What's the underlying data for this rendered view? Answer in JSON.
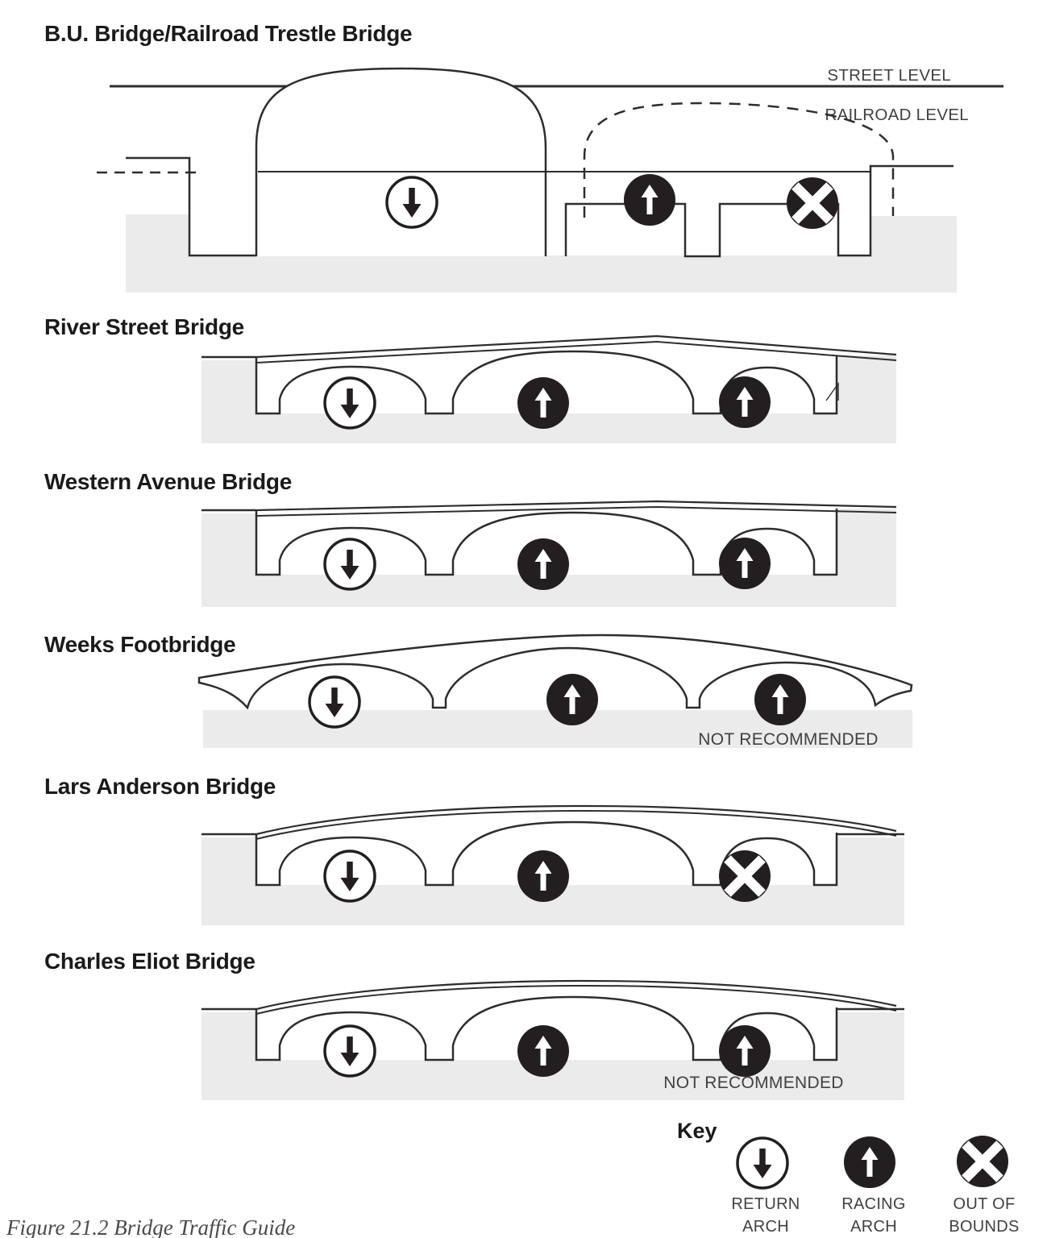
{
  "bridges": [
    {
      "title": "B.U. Bridge/Railroad Trestle Bridge",
      "street_label": "STREET LEVEL",
      "railroad_label": "RAILROAD LEVEL",
      "arches": [
        "return",
        "racing",
        "out-of-bounds"
      ]
    },
    {
      "title": "River Street Bridge",
      "arches": [
        "return",
        "racing",
        "racing"
      ]
    },
    {
      "title": "Western Avenue Bridge",
      "arches": [
        "return",
        "racing",
        "racing"
      ]
    },
    {
      "title": "Weeks Footbridge",
      "arches": [
        "return",
        "racing",
        "racing"
      ],
      "note": "NOT RECOMMENDED"
    },
    {
      "title": "Lars Anderson Bridge",
      "arches": [
        "return",
        "racing",
        "out-of-bounds"
      ]
    },
    {
      "title": "Charles Eliot Bridge",
      "arches": [
        "return",
        "racing",
        "racing"
      ],
      "note": "NOT RECOMMENDED"
    }
  ],
  "key": {
    "title": "Key",
    "items": [
      {
        "type": "return",
        "line1": "RETURN",
        "line2": "ARCH"
      },
      {
        "type": "racing",
        "line1": "RACING",
        "line2": "ARCH"
      },
      {
        "type": "out-of-bounds",
        "line1": "OUT OF",
        "line2": "BOUNDS"
      }
    ]
  },
  "caption": "Figure 21.2 Bridge Traffic Guide",
  "colors": {
    "ink": "#2e2d2c",
    "title_ink": "#1a1a1a",
    "label_ink": "#414042",
    "water_gray": "#ebebec",
    "marker_black": "#231f20",
    "background": "#ffffff"
  }
}
